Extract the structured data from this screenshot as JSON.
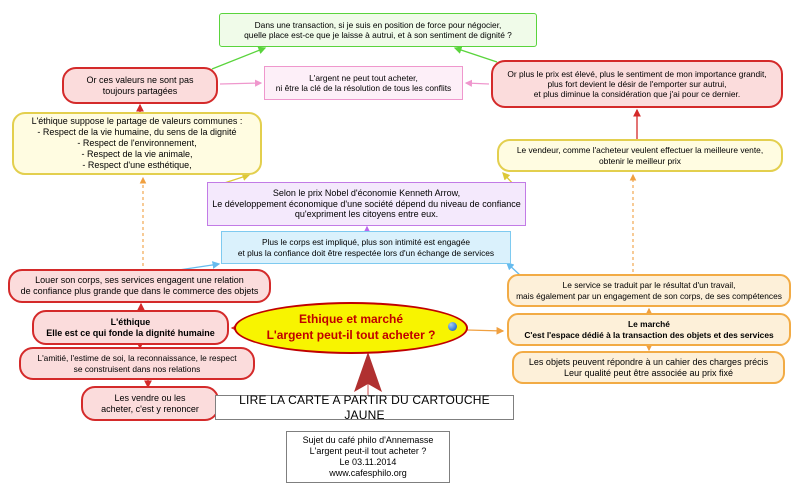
{
  "diagram": {
    "nodes": {
      "top_question": {
        "text": "Dans une transaction, si je suis en position de force pour négocier,\nquelle place est-ce que je laisse à autrui, et à son sentiment de dignité ?"
      },
      "valeurs_non_partagees": {
        "text": "Or ces valeurs ne sont pas\ntoujours partagées"
      },
      "argent_ne_peut": {
        "text": "L'argent ne peut tout acheter,\nni être la clé de la résolution de tous les conflits"
      },
      "prix_eleve": {
        "text": "Or plus le prix est élevé, plus le sentiment de mon importance grandit,\nplus fort devient le désir de l'emporter sur autrui,\net plus diminue la considération que j'ai pour ce dernier."
      },
      "ethique_valeurs": {
        "text": "L'éthique suppose le partage de valeurs communes :\n- Respect de la vie humaine, du sens de la dignité\n- Respect de l'environnement,\n- Respect de la vie animale,\n- Respect d'une esthétique,"
      },
      "vendeur_acheteur": {
        "text": "Le vendeur, comme l'acheteur veulent effectuer la meilleure vente,\nobtenir le meilleur prix"
      },
      "kenneth_arrow": {
        "text": "Selon le prix Nobel d'économie Kenneth Arrow,\nLe développement économique d'une société dépend du niveau de confiance\nqu'expriment les citoyens entre eux."
      },
      "corps_implique": {
        "text": "Plus le corps est impliqué, plus son intimité est engagée\net plus la confiance doit être respectée lors d'un échange de services"
      },
      "louer_corps": {
        "text": "Louer son corps, ses services engagent une relation\nde confiance plus grande que dans le commerce des objets"
      },
      "ethique_dignite": {
        "text": "L'éthique\nElle est ce qui fonde la dignité humaine"
      },
      "amitie": {
        "text": "L'amitié, l'estime de soi, la reconnaissance, le respect\nse construisent dans nos relations"
      },
      "vendre_renoncer": {
        "text": "Les vendre ou les\nacheter, c'est y renoncer"
      },
      "central": {
        "text": "Ethique et marché\nL'argent peut-il tout acheter ?"
      },
      "service_travail": {
        "text": "Le service se traduit par le résultat d'un travail,\nmais également par un engagement de son corps, de ses compétences"
      },
      "le_marche": {
        "text": "Le marché\nC'est l'espace dédié à la transaction des objets et des services"
      },
      "objets_cahier": {
        "text": "Les objets peuvent répondre à un cahier des charges précis\nLeur qualité  peut être associée au prix fixé"
      },
      "lire_carte": {
        "text": "LIRE LA CARTE A PARTIR DU CARTOUCHE JAUNE"
      },
      "cartouche": {
        "text": "Sujet du café philo d'Annemasse\nL'argent peut-il tout acheter ?\nLe 03.11.2014\nwww.cafesphilo.org"
      }
    },
    "colors": {
      "red": "#d42a2a",
      "green": "#5ad43c",
      "pink": "#ef97cd",
      "yellow": "#ddc838",
      "purple": "#bb66ee",
      "blue": "#66bbee",
      "orange": "#f0a040",
      "pointer_red": "#b03030",
      "central_fill": "#f8f400",
      "central_text": "#c00000"
    },
    "edges": [
      {
        "from": "valeurs_non_partagees",
        "to": "top_question",
        "color": "green",
        "style": "solid"
      },
      {
        "from": "prix_eleve",
        "to": "top_question",
        "color": "green",
        "style": "solid"
      },
      {
        "from": "valeurs_non_partagees",
        "to": "argent_ne_peut",
        "color": "pink",
        "style": "solid"
      },
      {
        "from": "prix_eleve",
        "to": "argent_ne_peut",
        "color": "pink",
        "style": "solid"
      },
      {
        "from": "ethique_valeurs",
        "to": "valeurs_non_partagees",
        "color": "red",
        "style": "solid"
      },
      {
        "from": "vendeur_acheteur",
        "to": "prix_eleve",
        "color": "red",
        "style": "solid"
      },
      {
        "from": "kenneth_arrow",
        "to": "ethique_valeurs",
        "color": "yellow",
        "style": "solid"
      },
      {
        "from": "kenneth_arrow",
        "to": "vendeur_acheteur",
        "color": "yellow",
        "style": "solid"
      },
      {
        "from": "corps_implique",
        "to": "kenneth_arrow",
        "color": "purple",
        "style": "solid"
      },
      {
        "from": "louer_corps",
        "to": "corps_implique",
        "color": "blue",
        "style": "solid"
      },
      {
        "from": "service_travail",
        "to": "corps_implique",
        "color": "blue",
        "style": "solid"
      },
      {
        "from": "central",
        "to": "ethique_dignite",
        "color": "red",
        "style": "solid"
      },
      {
        "from": "central",
        "to": "le_marche",
        "color": "orange",
        "style": "solid"
      },
      {
        "from": "ethique_dignite",
        "to": "louer_corps",
        "color": "red",
        "style": "solid"
      },
      {
        "from": "ethique_dignite",
        "to": "amitie",
        "color": "red",
        "style": "solid"
      },
      {
        "from": "amitie",
        "to": "vendre_renoncer",
        "color": "red",
        "style": "solid"
      },
      {
        "from": "louer_corps",
        "to": "ethique_valeurs",
        "color": "orange",
        "style": "dashed"
      },
      {
        "from": "service_travail",
        "to": "vendeur_acheteur",
        "color": "orange",
        "style": "dashed"
      },
      {
        "from": "le_marche",
        "to": "service_travail",
        "color": "orange",
        "style": "solid"
      },
      {
        "from": "le_marche",
        "to": "objets_cahier",
        "color": "orange",
        "style": "solid"
      },
      {
        "from": "lire_carte",
        "to": "central",
        "color": "pointer_red",
        "style": "big-arrow"
      }
    ]
  }
}
